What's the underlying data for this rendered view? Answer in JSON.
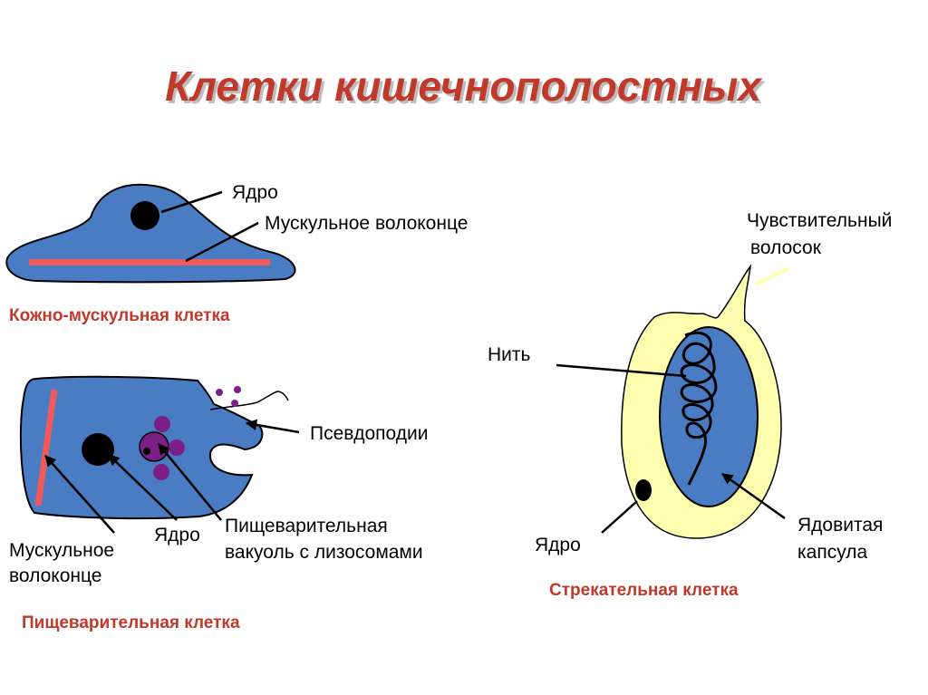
{
  "title": "Клетки кишечнополостных",
  "skin_muscle_cell": {
    "caption": "Кожно-мускульная клетка",
    "nucleus_label": "Ядро",
    "fiber_label": "Мускульное волоконце"
  },
  "digestive_cell": {
    "caption": "Пищеварительная клетка",
    "pseudopodia_label": "Псевдоподии",
    "nucleus_label": "Ядро",
    "fiber_label_line1": "Мускульное",
    "fiber_label_line2": "волоконце",
    "vacuole_label_line1": "Пищеварительная",
    "vacuole_label_line2": "вакуоль с лизосомами"
  },
  "stinging_cell": {
    "caption": "Стрекательная клетка",
    "hair_label_line1": "Чувствительный",
    "hair_label_line2": "волосок",
    "thread_label": "Нить",
    "nucleus_label": "Ядро",
    "capsule_label_line1": "Ядовитая",
    "capsule_label_line2": "капсула"
  },
  "colors": {
    "cell_body": "#4a7cc4",
    "muscle_fiber": "#f05a5a",
    "vacuole": "#7b1f86",
    "stinging_cell_body": "#ffffb0",
    "caption": "#c0392b"
  }
}
